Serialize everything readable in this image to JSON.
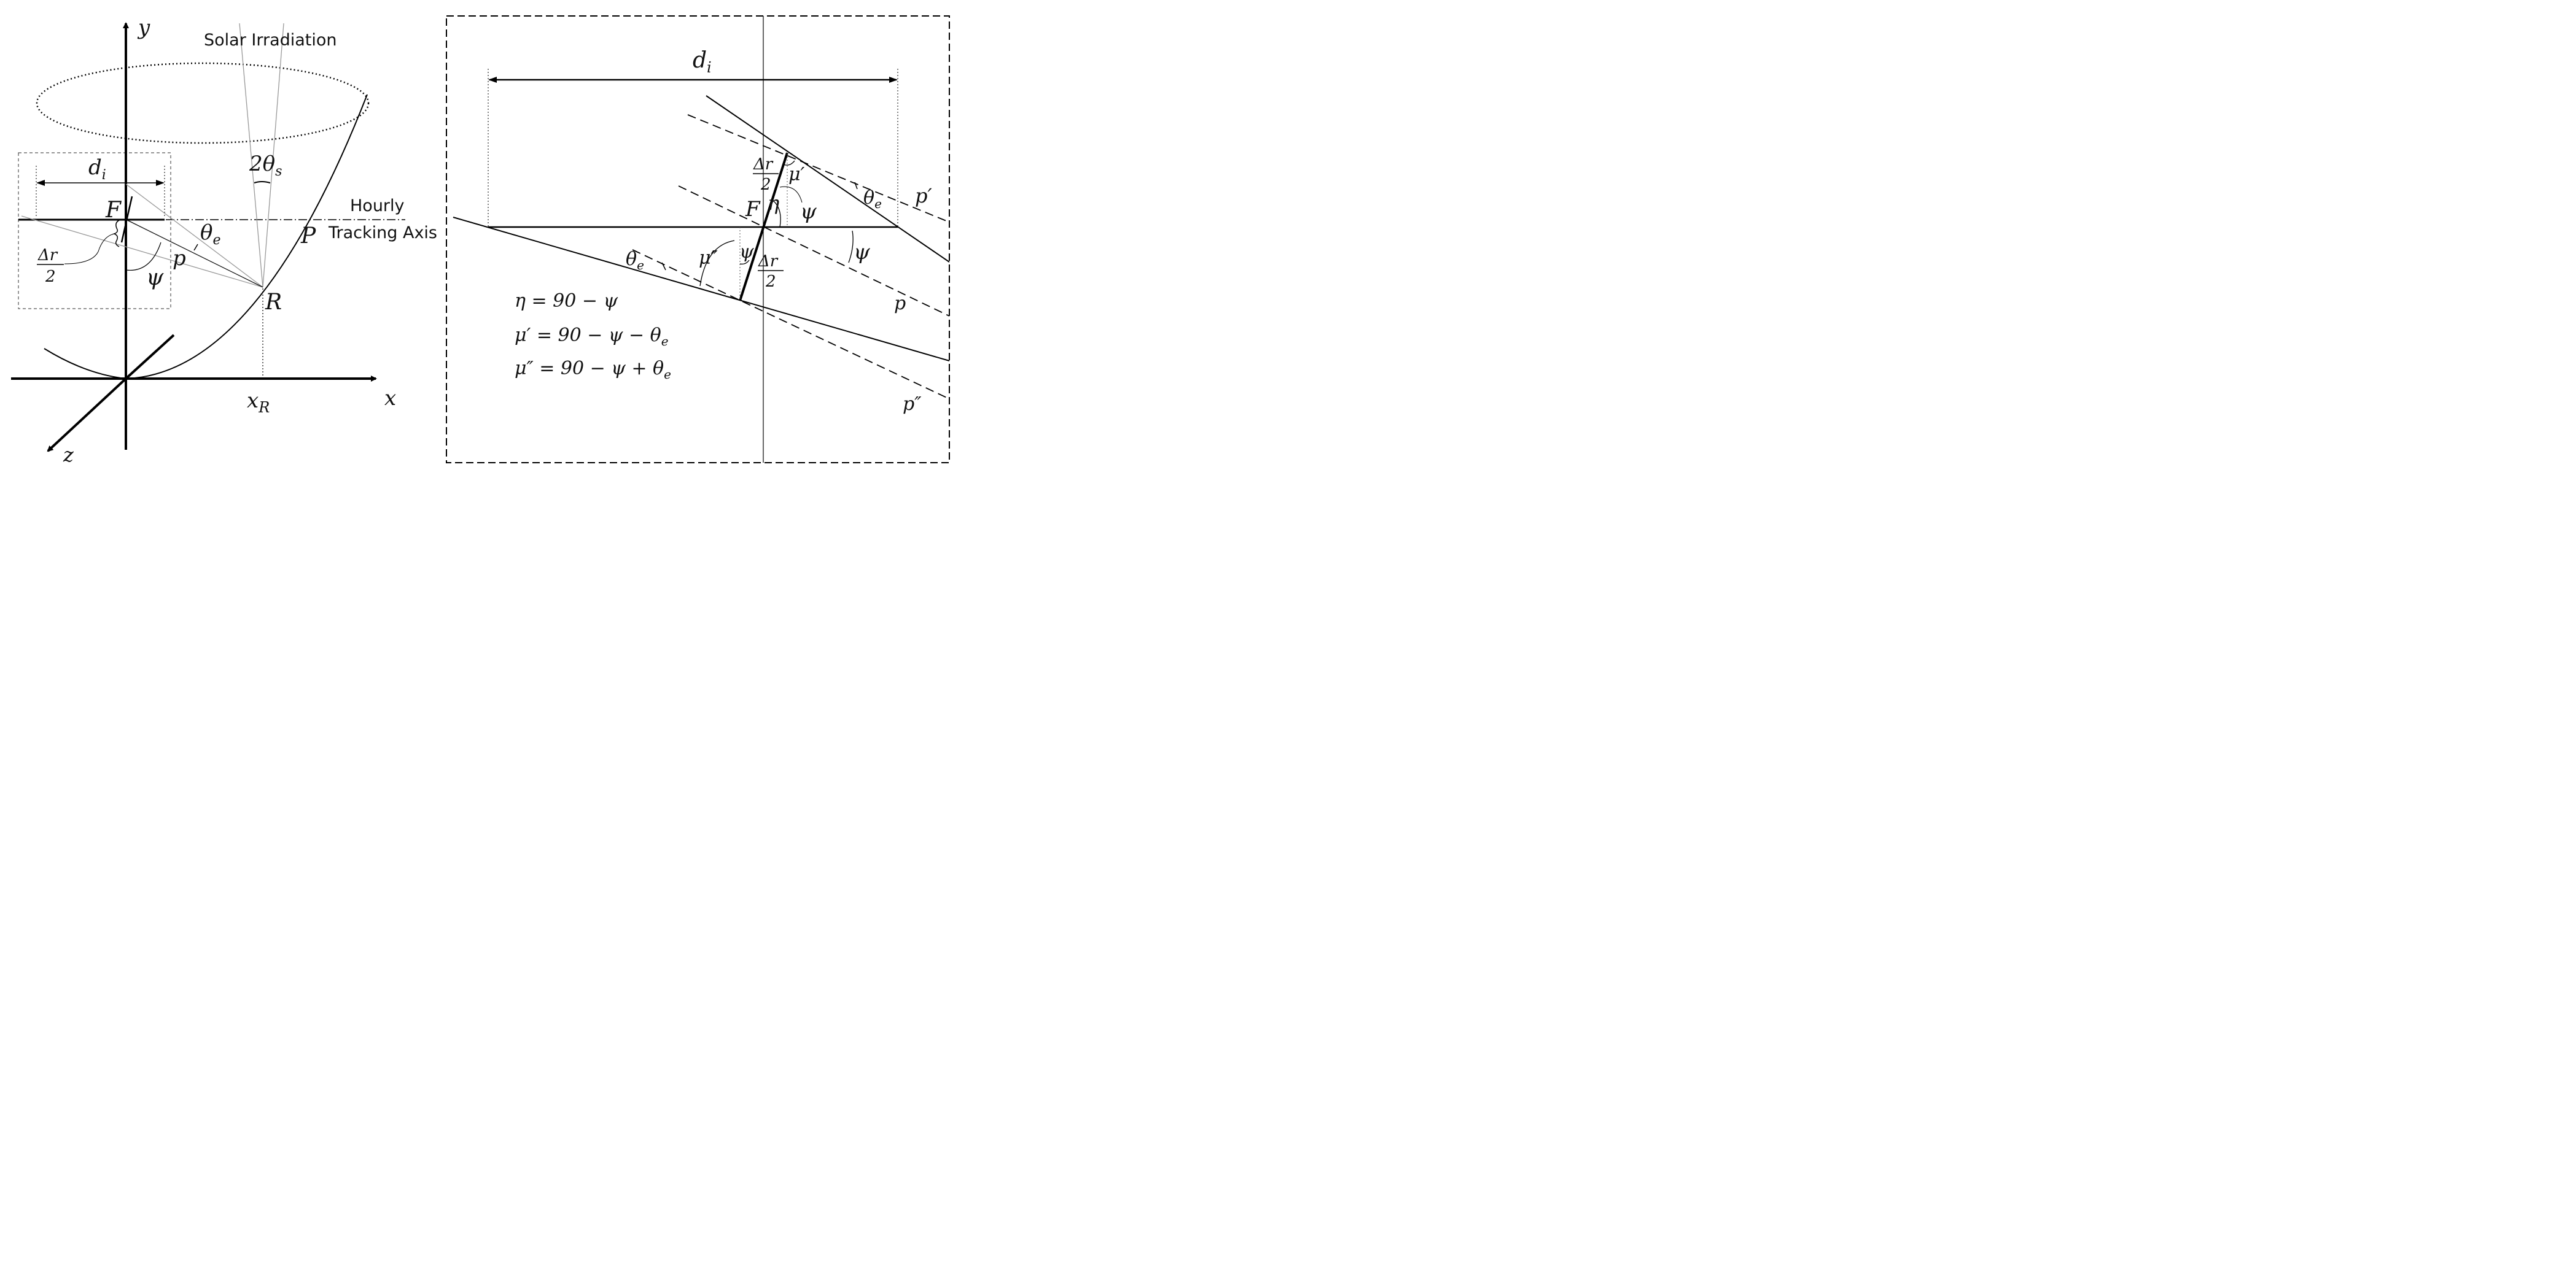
{
  "left_panel": {
    "axis_y": "y",
    "axis_x": "x",
    "axis_z": "z",
    "solar_irradiation": "Solar Irradiation",
    "angle_2theta_s": "2θ",
    "angle_2theta_s_sub": "s",
    "hourly": "Hourly",
    "tracking_axis": "Tracking Axis",
    "label_P": "P",
    "label_R": "R",
    "label_xR": "x",
    "label_xR_sub": "R",
    "label_F": "F",
    "label_p": "p",
    "label_theta_e": "θ",
    "label_theta_e_sub": "e",
    "label_psi": "ψ",
    "label_d_i": "d",
    "label_d_i_sub": "i",
    "label_delta_r_num": "Δr",
    "label_delta_r_den": "2"
  },
  "right_panel": {
    "label_d_i": "d",
    "label_d_i_sub": "i",
    "label_F": "F",
    "label_eta": "η",
    "label_psi_top": "ψ",
    "label_psi_mid": "ψ",
    "label_psi_low": "ψ",
    "label_mu_prime": "μ′",
    "label_mu_dprime": "μ″",
    "label_theta_e_top": "θ",
    "label_theta_e_top_sub": "e",
    "label_theta_e_low": "θ",
    "label_theta_e_low_sub": "e",
    "label_p": "p",
    "label_p_prime": "p′",
    "label_p_dprime": "p″",
    "label_delta_r_top_num": "Δr",
    "label_delta_r_top_den": "2",
    "label_delta_r_low_num": "Δr",
    "label_delta_r_low_den": "2",
    "equations": [
      "η = 90 − ψ",
      "μ′ = 90 − ψ − θ",
      "μ″ = 90 − ψ + θ"
    ],
    "equation_subs": [
      "",
      "e",
      "e"
    ]
  }
}
